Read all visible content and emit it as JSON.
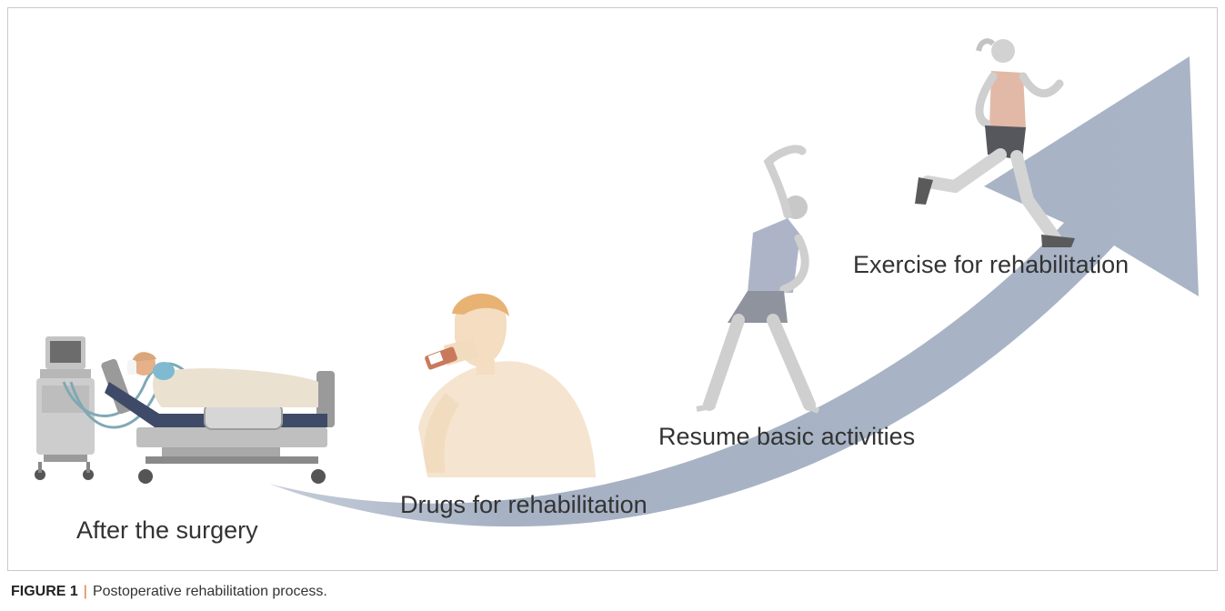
{
  "stages": [
    {
      "label": "After the surgery",
      "icon": "patient-ventilator-icon"
    },
    {
      "label": "Drugs for rehabilitation",
      "icon": "man-taking-medicine-icon"
    },
    {
      "label": "Resume basic activities",
      "icon": "man-stretching-icon"
    },
    {
      "label": "Exercise for rehabilitation",
      "icon": "woman-running-icon"
    }
  ],
  "caption": {
    "figure": "FIGURE 1",
    "separator": "|",
    "text": "Postoperative rehabilitation process."
  },
  "colors": {
    "arrow": "#a7b3c5",
    "frame": "#c9c9c9",
    "text": "#333333",
    "separator": "#e0702a"
  }
}
